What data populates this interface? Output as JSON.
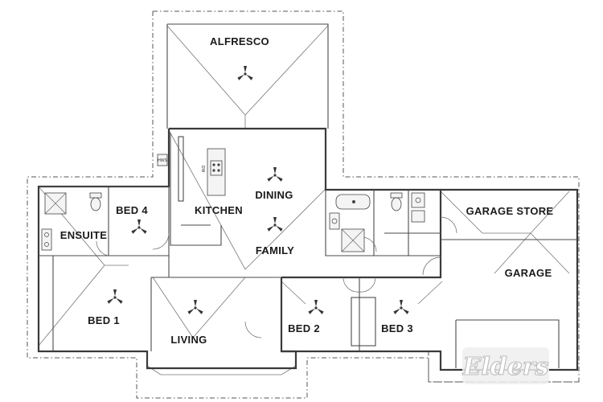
{
  "rooms": {
    "alfresco": "ALFRESCO",
    "dining": "DINING",
    "kitchen": "KITCHEN",
    "family": "FAMILY",
    "bed4": "BED 4",
    "ensuite": "ENSUITE",
    "bed1": "BED 1",
    "living": "LIVING",
    "bed2": "BED 2",
    "bed3": "BED 3",
    "garage_store": "GARAGE STORE",
    "garage": "GARAGE"
  },
  "fixture_tags": {
    "hws": "HWS",
    "dw": "DW"
  },
  "fans": [
    "alfresco-fan",
    "dining-fan",
    "family-fan",
    "bed4-fan",
    "bed1-fan",
    "living-fan",
    "bed2-fan",
    "bed3-fan"
  ],
  "icons": [
    "ceiling-fan-icon",
    "bathtub-icon",
    "toilet-icon",
    "shower-icon",
    "sink-icon",
    "cooktop-icon",
    "laundry-tub-icon"
  ],
  "watermark": "Elders",
  "colors": {
    "walls": "#3a3a3a",
    "background": "#ffffff",
    "roofline": "#555555"
  }
}
